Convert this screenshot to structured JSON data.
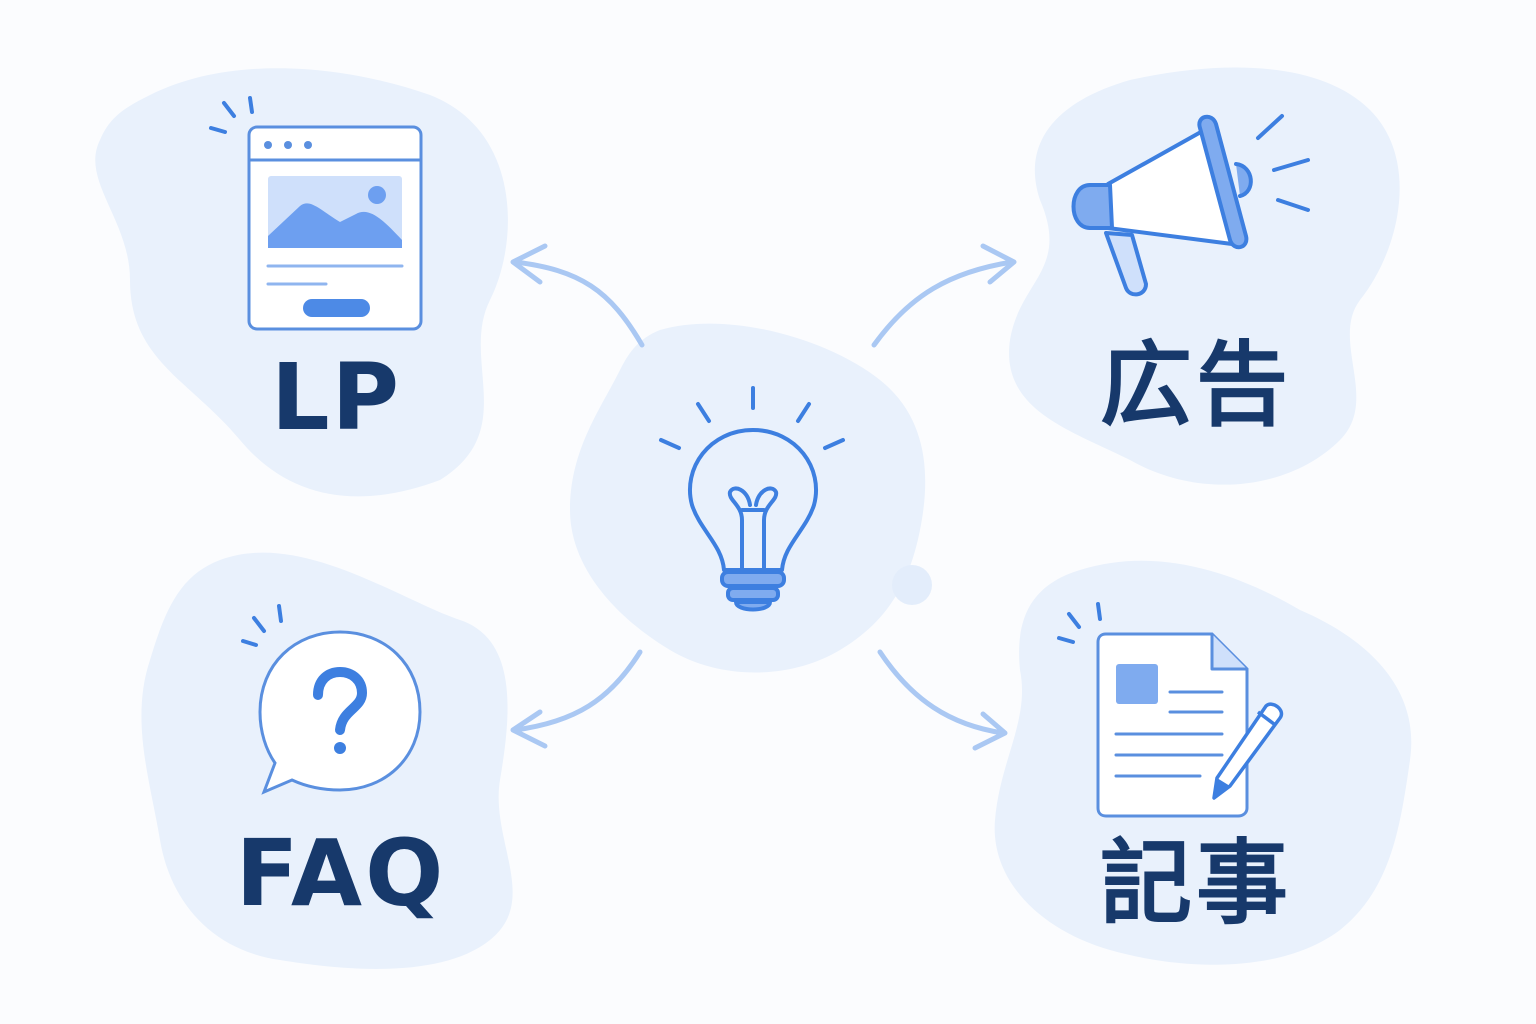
{
  "center": {
    "icon": "lightbulb-icon"
  },
  "nodes": {
    "lp": {
      "label": "LP",
      "icon": "landing-page-window-icon"
    },
    "ad": {
      "label": "広告",
      "icon": "megaphone-icon"
    },
    "faq": {
      "label": "FAQ",
      "icon": "question-speech-bubble-icon"
    },
    "article": {
      "label": "記事",
      "icon": "document-with-pencil-icon"
    }
  },
  "colors": {
    "background": "#fbfcfe",
    "blob": "#e9f1fc",
    "primary": "#3d7fe0",
    "accent_fill": "#7fabef",
    "arrow": "#aac8f3",
    "label": "#17396b"
  }
}
